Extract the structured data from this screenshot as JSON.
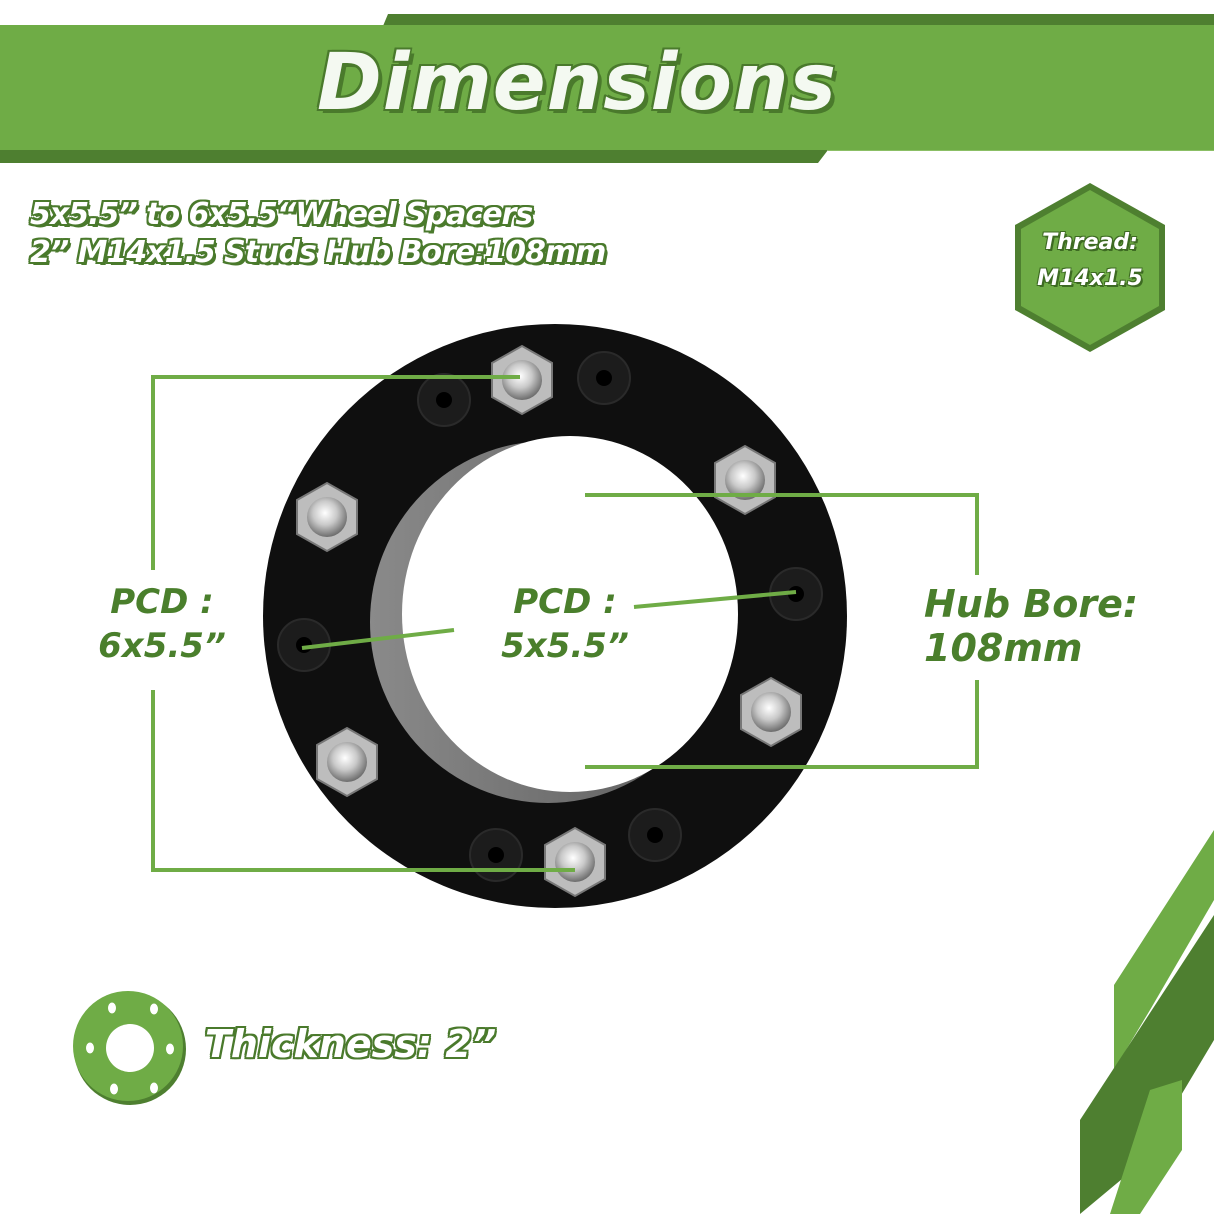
{
  "header": {
    "title": "Dimensions"
  },
  "subtitle": {
    "line1": "5x5.5” to 6x5.5“Wheel Spacers",
    "line2": "2” M14x1.5 Studs Hub Bore:108mm"
  },
  "thread_badge": {
    "line1": "Thread:",
    "line2": "M14x1.5"
  },
  "callouts": {
    "pcd_outer": {
      "line1": "PCD :",
      "line2": "6x5.5”"
    },
    "pcd_inner": {
      "line1": "PCD :",
      "line2": "5x5.5”"
    },
    "hub_bore": {
      "line1": "Hub Bore:",
      "line2": "108mm"
    }
  },
  "thickness": {
    "label": "Thickness: 2”"
  },
  "colors": {
    "accent_green": "#6fac46",
    "dark_green": "#4a7a2c",
    "spacer_black": "#0d0d0d",
    "chrome": "#d8d8d8"
  },
  "icons": [
    "spacer-product-image",
    "thread-hexagon-icon",
    "mini-spacer-icon",
    "corner-stripe-decoration"
  ]
}
